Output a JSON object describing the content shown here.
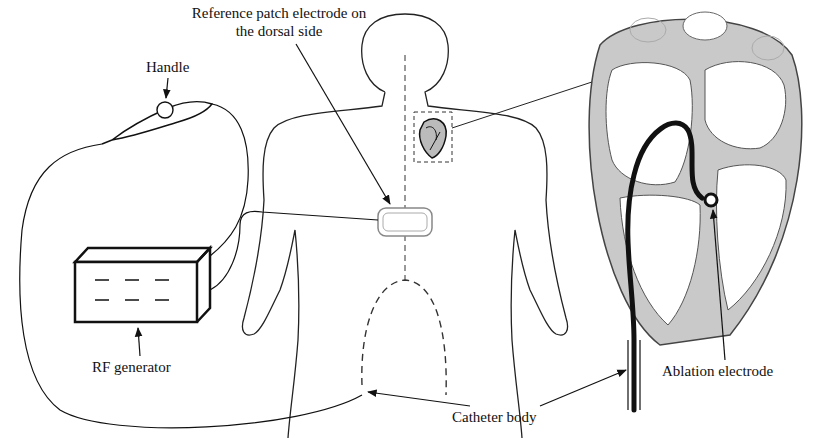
{
  "diagram": {
    "labels": [
      "Reference patch electrode on the dorsal side",
      "Handle",
      "RF generator",
      "Catheter body",
      "Ablation electrode"
    ]
  }
}
